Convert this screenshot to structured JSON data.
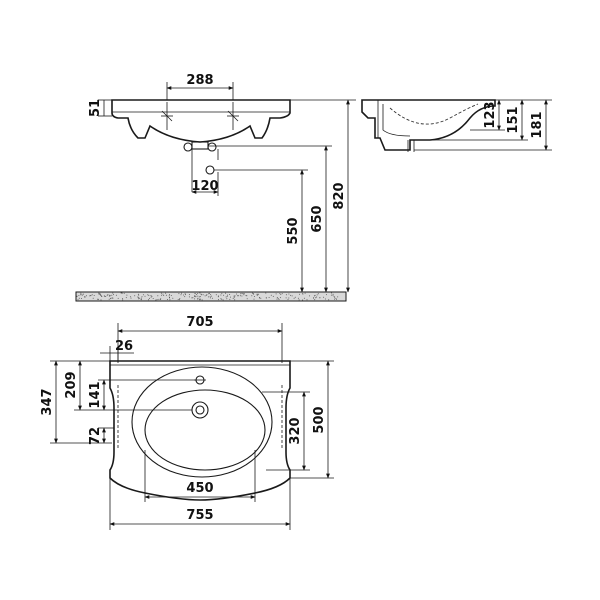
{
  "dimensions": {
    "front_tap_spacing": "288",
    "front_rim_height": "51",
    "front_waste_width": "120",
    "front_trap_height": "550",
    "front_waste_height": "650",
    "front_total_height": "820",
    "side_depth_1": "123",
    "side_depth_2": "151",
    "side_depth_3": "181",
    "top_inner_width": "705",
    "top_tap_offset": "26",
    "top_tap_depth": "209",
    "top_waste_depth": "141",
    "top_back_depth": "347",
    "top_edge_depth": "72",
    "top_bowl_depth": "320",
    "top_total_depth": "500",
    "top_bowl_width": "450",
    "top_total_width": "755"
  },
  "colors": {
    "line": "#1a1a1a",
    "floor_fill": "#d9d9d9",
    "floor_speckle": "#555555"
  }
}
